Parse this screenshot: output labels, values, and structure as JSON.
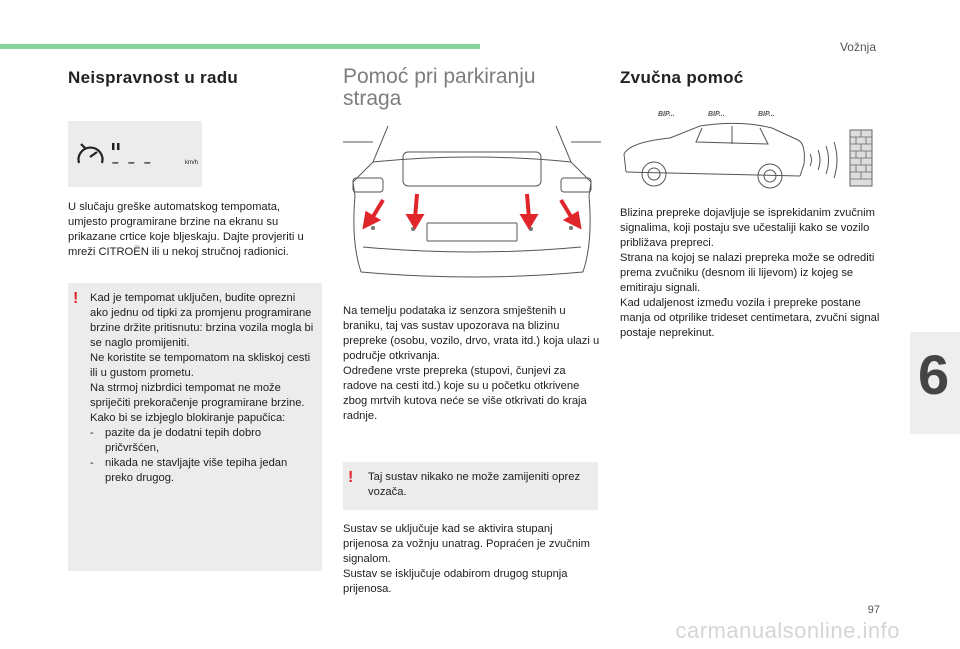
{
  "header": {
    "section": "Vožnja",
    "page": "97",
    "chapter": "6",
    "watermark": "carmanualsonline.info"
  },
  "col1": {
    "title": "Neispravnost u radu",
    "dash": {
      "dashes": "– – –",
      "unit": "km/h"
    },
    "para": "U slučaju greške automatskog tempomata, umjesto programirane brzine na ekranu su prikazane crtice koje bljeskaju. Dajte provjeriti u mreži CITROËN ili u nekoj stručnoj radionici.",
    "warn": {
      "lines": [
        "Kad je tempomat uključen, budite oprezni ako jednu od tipki za promjenu programirane brzine držite pritisnutu: brzina vozila mogla bi se naglo promijeniti.",
        "Ne koristite se tempomatom na skliskoj cesti ili u gustom prometu.",
        "Na strmoj nizbrdici tempomat ne može spriječiti prekoračenje programirane brzine.",
        "Kako bi se izbjeglo blokiranje papučica:"
      ],
      "bullets": [
        "pazite da je dodatni tepih dobro pričvršćen,",
        "nikada ne stavljajte više tepiha jedan preko drugog."
      ]
    }
  },
  "col2": {
    "title_line1": "Pomoć pri parkiranju",
    "title_line2": "straga",
    "p1": "Na temelju podataka iz senzora smještenih u braniku, taj vas sustav upozorava na blizinu prepreke (osobu, vozilo, drvo, vrata itd.) koja ulazi u područje otkrivanja.",
    "p2": "Određene vrste prepreka (stupovi, čunjevi za radove na cesti itd.) koje su u početku otkrivene zbog mrtvih kutova neće se više otkrivati do kraja radnje.",
    "warn": "Taj sustav nikako ne može zamijeniti oprez vozača.",
    "p3": "Sustav se uključuje kad se aktivira stupanj prijenosa za vožnju unatrag. Popraćen je zvučnim signalom.",
    "p4": "Sustav se isključuje odabirom drugog stupnja prijenosa."
  },
  "col3": {
    "title": "Zvučna pomoć",
    "bips": [
      "BIP...",
      "BIP...",
      "BIP..."
    ],
    "p1": "Blizina prepreke dojavljuje se isprekidanim zvučnim signalima, koji postaju sve učestaliji kako se vozilo približava prepreci.",
    "p2": "Strana na kojoj se nalazi prepreka može se odrediti prema zvučniku (desnom ili lijevom) iz kojeg se emitiraju signali.",
    "p3": "Kad udaljenost između vozila i prepreke postane manja od otprilike trideset centimetara, zvučni signal postaje neprekinut."
  },
  "colors": {
    "accent_green": "#86d39d",
    "warning_red": "#e0262a",
    "box_grey": "#ececec"
  }
}
